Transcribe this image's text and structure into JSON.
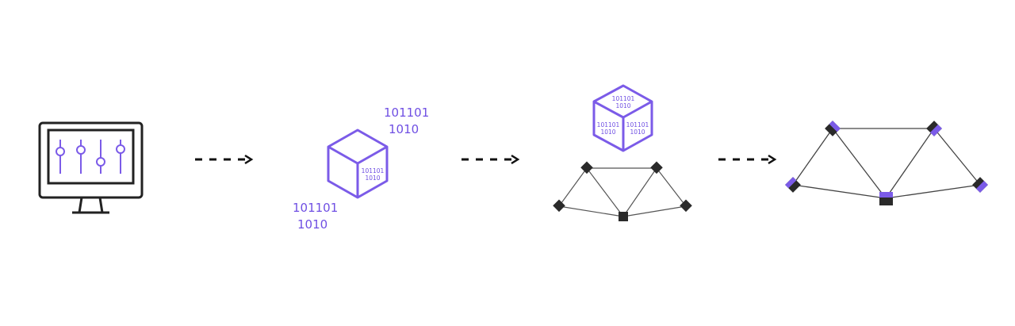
{
  "colors": {
    "accent": "#7b5be8",
    "accent_text": "#6f4fe3",
    "dark": "#2a2a2a",
    "line": "#333333"
  },
  "stages": [
    {
      "icon": "monitor-with-sliders-icon"
    },
    {
      "icon": "cube-with-binary-icon",
      "binary_top": [
        "101101",
        "1010"
      ],
      "binary_bottom": [
        "101101",
        "1010"
      ],
      "cube_face": [
        "101101",
        "1010"
      ]
    },
    {
      "icon": "cube-over-network-icon",
      "cube_faces": {
        "top": [
          "101101",
          "1010"
        ],
        "left": [
          "101101",
          "1010"
        ],
        "right": [
          "101101",
          "1010"
        ]
      }
    },
    {
      "icon": "network-graph-icon"
    }
  ],
  "arrows": [
    {
      "icon": "dashed-arrow-icon"
    },
    {
      "icon": "dashed-arrow-icon"
    },
    {
      "icon": "dashed-arrow-icon"
    }
  ]
}
